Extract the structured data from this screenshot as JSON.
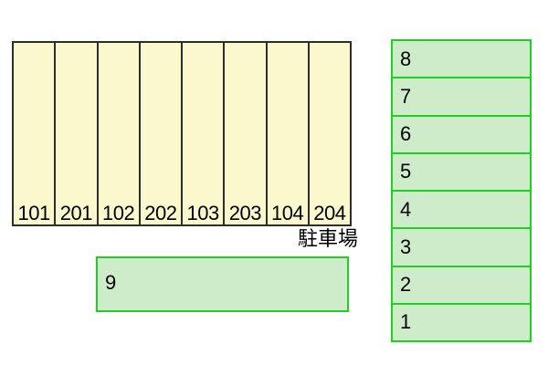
{
  "diagram": {
    "caption": "駐車場"
  },
  "numbered_grid": {
    "spaces": [
      "101",
      "201",
      "102",
      "202",
      "103",
      "203",
      "104",
      "204"
    ]
  },
  "wide_space": {
    "label": "9"
  },
  "side_column": {
    "spaces": [
      "8",
      "7",
      "6",
      "5",
      "4",
      "3",
      "2",
      "1"
    ]
  },
  "colors": {
    "grid_fill": "#fcf8cd",
    "grid_border": "#2d2d2d",
    "space_fill": "#cfecca",
    "space_border": "#1fd11f",
    "text": "#000000",
    "background": "#ffffff"
  }
}
